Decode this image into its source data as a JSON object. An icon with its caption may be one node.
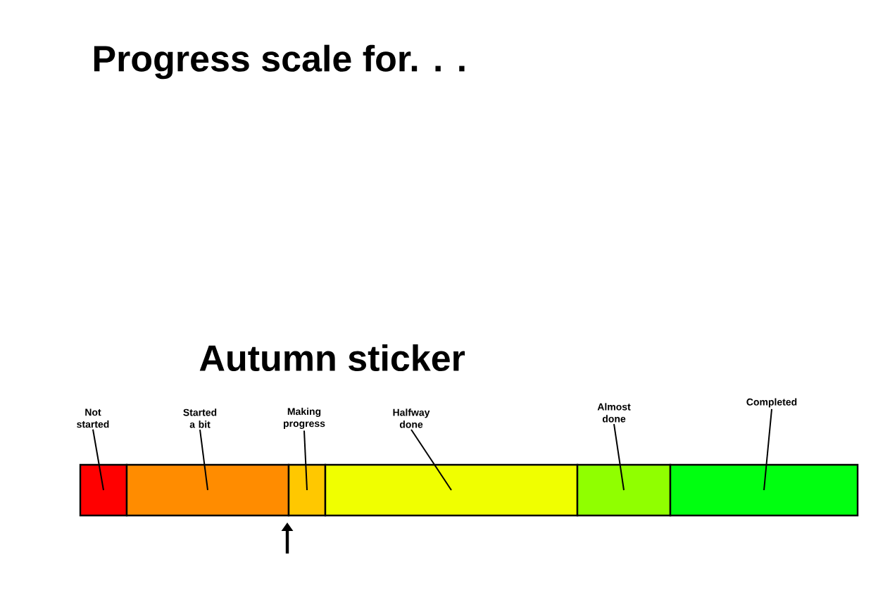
{
  "diagram": {
    "title": "Progress scale for. . .",
    "nodes": [
      {
        "text": [
          "Not started"
        ]
      },
      {
        "text": [
          "Started a bit"
        ]
      },
      {
        "text": [
          "Making progress"
        ]
      },
      {
        "text": [
          "Halfway done"
        ]
      },
      {
        "text": [
          "Almost done"
        ]
      },
      {
        "text": [
          "Completed"
        ]
      },
      {
        "text": [],
        "shape": "bar"
      },
      {
        "text": [],
        "shape": "bar"
      },
      {
        "text": [],
        "shape": "bar"
      },
      {
        "text": [],
        "shape": "bar"
      },
      {
        "text": [],
        "shape": "bar"
      },
      {
        "text": [],
        "shape": "bar"
      }
    ],
    "edges": [
      {
        "from": 0,
        "to": 6,
        "arrow": "none"
      },
      {
        "from": 1,
        "to": 7,
        "arrow": "none"
      },
      {
        "from": 2,
        "to": 8,
        "arrow": "none"
      },
      {
        "from": 3,
        "to": 9,
        "arrow": "none"
      },
      {
        "from": 4,
        "to": 10,
        "arrow": "none"
      },
      {
        "from": 5,
        "to": 11,
        "arrow": "none"
      }
    ],
    "labels": [
      "Autumn sticker"
    ]
  }
}
